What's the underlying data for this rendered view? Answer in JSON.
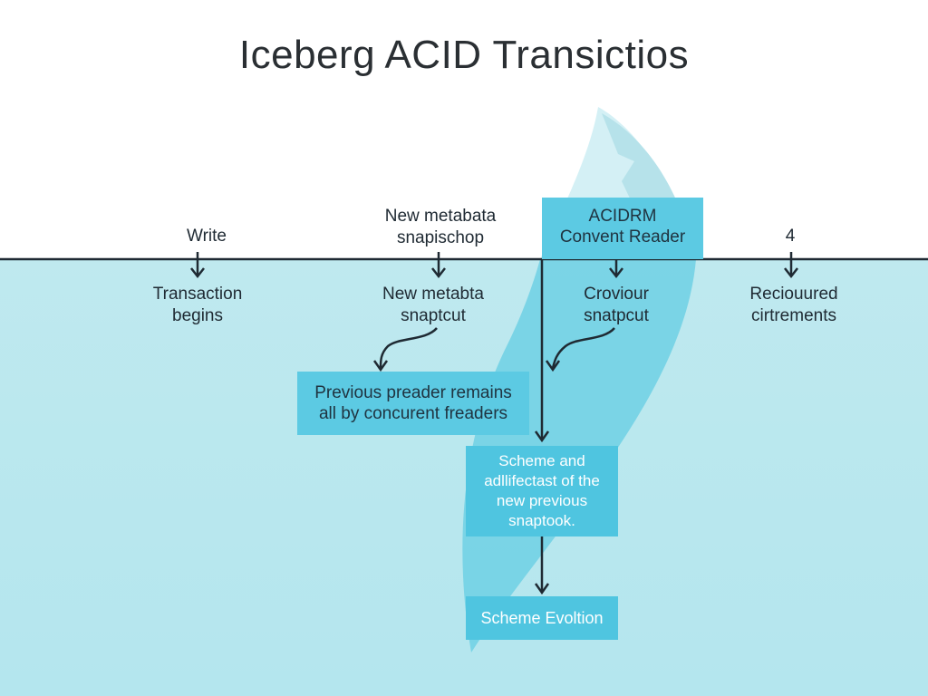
{
  "title": "Iceberg ACID Transictios",
  "timeline": {
    "above_labels": [
      {
        "lines": [
          "Write"
        ]
      },
      {
        "lines": [
          "New metabata",
          "snapischop"
        ]
      },
      {
        "lines": [
          "ACIDRM",
          "Convent Reader"
        ]
      },
      {
        "lines": [
          "4"
        ]
      }
    ],
    "below_labels": [
      {
        "lines": [
          "Transaction",
          "begins"
        ]
      },
      {
        "lines": [
          "New metabta",
          "snaptcut"
        ]
      },
      {
        "lines": [
          "Croviour",
          "snatpcut"
        ]
      },
      {
        "lines": [
          "Reciouured",
          "cirtrements"
        ]
      }
    ]
  },
  "boxes": {
    "previous_reader": {
      "lines": [
        "Previous preader remains",
        "all by concurent freaders"
      ]
    },
    "scheme_and": {
      "lines": [
        "Scheme and",
        "adllifectast of the",
        "new previous",
        "snaptook."
      ]
    },
    "scheme_evolution": {
      "lines": [
        "Scheme Evoltion"
      ]
    }
  },
  "colors": {
    "water": "#b8e7ee",
    "iceberg": "#5cc7df",
    "box_fill": "#5ccae3",
    "line": "#1f2a33",
    "title": "#2a2f33"
  }
}
